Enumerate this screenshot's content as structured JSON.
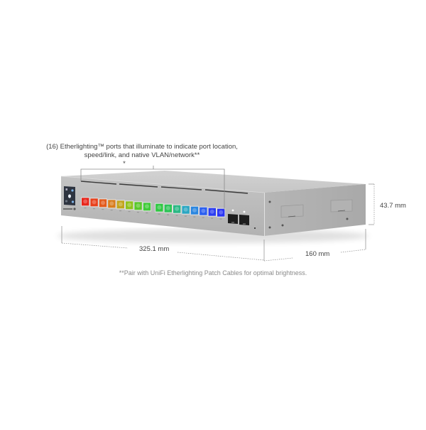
{
  "callout": {
    "line1": "(16) Etherlighting™ ports that illuminate to indicate port location,",
    "line2": "speed/link, and native VLAN/network**",
    "marker": "*"
  },
  "dimensions": {
    "width": "325.1 mm",
    "depth": "160 mm",
    "height": "43.7 mm"
  },
  "footnote": "**Pair with UniFi Etherlighting Patch Cables for optimal brightness.",
  "device": {
    "rj45_port_count": 16,
    "sfp_port_count": 2,
    "port_colors": [
      "#e8261c",
      "#e8401c",
      "#e35a1c",
      "#d97d1c",
      "#c2a51c",
      "#8fc21c",
      "#58c82a",
      "#3fcb38",
      "#2fc842",
      "#2cc456",
      "#2ab884",
      "#2aa6c2",
      "#2a86e0",
      "#2a5ef0",
      "#2a3cf2",
      "#2a34f4"
    ],
    "chassis_color": "#b9b9b9",
    "accent_color": "#ffffff"
  }
}
